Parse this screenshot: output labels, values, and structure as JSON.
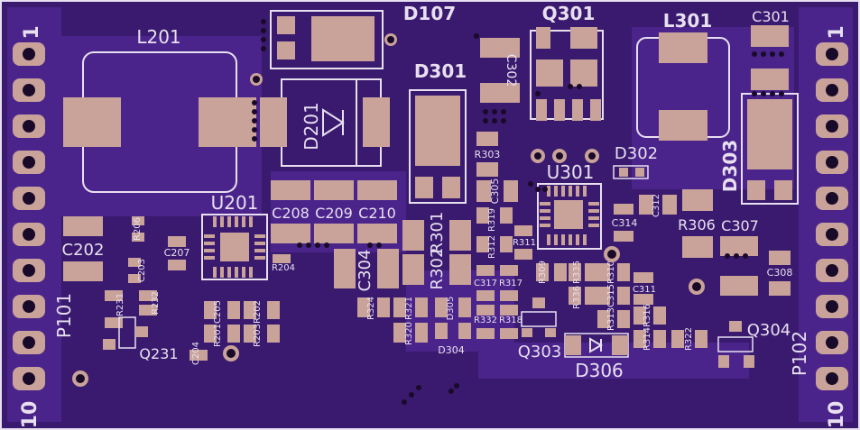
{
  "board": {
    "colors": {
      "background": "#3a1a6e",
      "copper_pour": "#4a248a",
      "pad": "#c9a39a",
      "silkscreen": "#e8e0f0",
      "via": "#1a0a2a"
    }
  },
  "connectors": {
    "p101": {
      "name": "P101",
      "pin_first": "1",
      "pin_last": "10"
    },
    "p102": {
      "name": "P102",
      "pin_first": "1",
      "pin_last": "10"
    }
  },
  "labels": {
    "L201": "L201",
    "D107": "D107",
    "Q301": "Q301",
    "L301": "L301",
    "C301": "C301",
    "D301": "D301",
    "C302": "C302",
    "D201": "D201",
    "D302": "D302",
    "D303": "D303",
    "U301": "U301",
    "U201": "U201",
    "C202": "C202",
    "R206": "R206",
    "C207": "C207",
    "C203": "C203",
    "R204": "R204",
    "C208": "C208",
    "C209": "C209",
    "C210": "C210",
    "C304": "C304",
    "R301": "R301",
    "R302": "R302",
    "R303": "R303",
    "C305": "C305",
    "R319": "R319",
    "R312": "R312",
    "R311": "R311",
    "C312": "C312",
    "C314": "C314",
    "R306": "R306",
    "C307": "C307",
    "C308": "C308",
    "R231": "R231",
    "R232": "R232",
    "Q231": "Q231",
    "C204": "C204",
    "C205": "C205",
    "R201": "R201",
    "R202": "R202",
    "R203": "R203",
    "R324": "R324",
    "R321": "R321",
    "R320": "R320",
    "D305": "D305",
    "D304": "D304",
    "R317a": "C317",
    "R317b": "R317",
    "R332": "R332",
    "R318": "R318",
    "Q303": "Q303",
    "R309": "R309",
    "R335": "R335",
    "R336": "R336",
    "R313": "R313",
    "C315": "C315",
    "R316": "R316",
    "C311": "C311",
    "R310": "R310",
    "R314": "R314",
    "R322": "R322",
    "D306": "D306",
    "Q304": "Q304"
  }
}
